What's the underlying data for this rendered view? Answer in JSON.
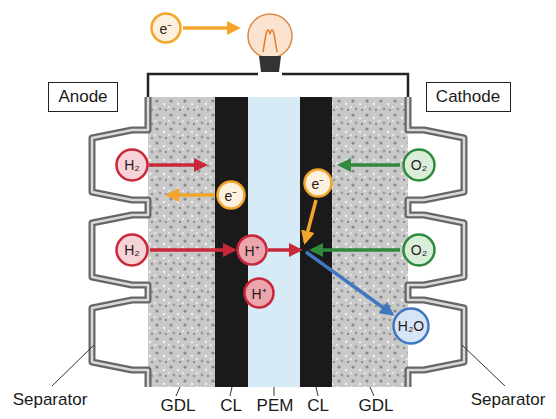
{
  "diagram": {
    "nodes": [
      {
        "text": [
          "e⁻"
        ]
      },
      {
        "text": [
          "Anode"
        ]
      },
      {
        "text": [
          "Cathode"
        ]
      },
      {
        "text": [
          "H₂"
        ]
      },
      {
        "text": [
          "O₂"
        ]
      },
      {
        "text": [
          "e⁻"
        ]
      },
      {
        "text": [
          "e⁻"
        ]
      },
      {
        "text": [
          "H₂"
        ]
      },
      {
        "text": [
          "H⁺"
        ]
      },
      {
        "text": [
          "O₂"
        ]
      },
      {
        "text": [
          "H⁺"
        ]
      },
      {
        "text": [
          "H₂O"
        ]
      }
    ],
    "edges": [
      {
        "from": 7,
        "to": 8,
        "arrow": "to"
      }
    ],
    "labels": [
      "Separator",
      "GDL",
      "CL",
      "PEM",
      "CL",
      "GDL",
      "Separator"
    ]
  }
}
